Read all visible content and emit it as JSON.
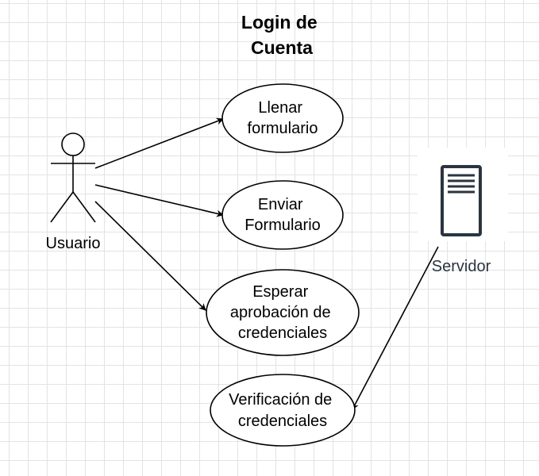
{
  "diagram": {
    "title": [
      "Login de",
      "Cuenta"
    ],
    "actor": {
      "label": "Usuario"
    },
    "server": {
      "label": "Servidor",
      "icon": "server-icon"
    },
    "use_cases": [
      {
        "id": "llenar",
        "lines": [
          "Llenar",
          "formulario"
        ]
      },
      {
        "id": "enviar",
        "lines": [
          "Enviar",
          "Formulario"
        ]
      },
      {
        "id": "esperar",
        "lines": [
          "Esperar",
          "aprobación de",
          "credenciales"
        ]
      },
      {
        "id": "verificacion",
        "lines": [
          "Verificación de",
          "credenciales"
        ]
      }
    ],
    "colors": {
      "line": "#000000",
      "server_icon": "#2b3441",
      "grid": "#e3e3e3"
    }
  }
}
